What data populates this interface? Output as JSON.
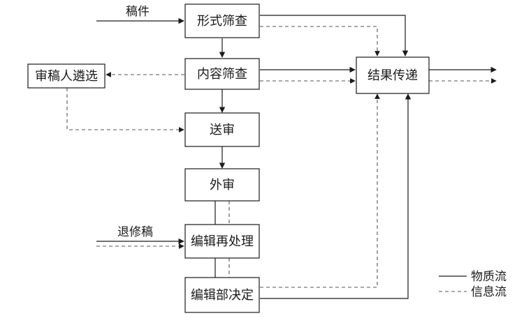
{
  "nodes": {
    "form_screening": "形式筛查",
    "content_screening": "内容筛查",
    "reviewer_selection": "审稿人遴选",
    "send_review": "送审",
    "external_review": "外审",
    "editor_reprocess": "编辑再处理",
    "editorial_decision": "编辑部决定",
    "result_delivery": "结果传递"
  },
  "labels": {
    "manuscript": "稿件",
    "revised_manuscript": "退修稿"
  },
  "legend": {
    "material_flow": "物质流",
    "info_flow": "信息流"
  }
}
